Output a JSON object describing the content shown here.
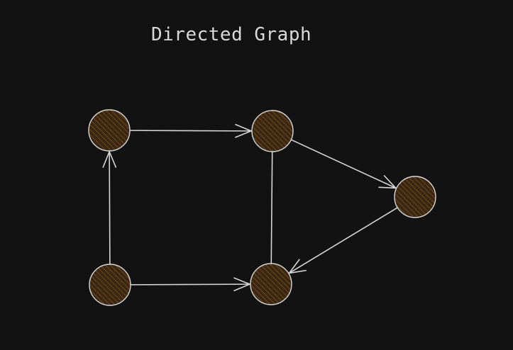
{
  "title": "Directed Graph",
  "colors": {
    "background": "#121212",
    "node_fill": "#3a2713",
    "node_hatch": "#8a5a1e",
    "stroke": "#d6d6d6",
    "text": "#d9d9d9"
  },
  "nodes": [
    {
      "id": "top-left"
    },
    {
      "id": "top-middle"
    },
    {
      "id": "right"
    },
    {
      "id": "bottom-middle"
    },
    {
      "id": "bottom-left"
    }
  ],
  "edges": [
    {
      "from": "top-left",
      "to": "top-middle",
      "directed": true
    },
    {
      "from": "top-middle",
      "to": "right",
      "directed": true
    },
    {
      "from": "right",
      "to": "bottom-middle",
      "directed": true
    },
    {
      "from": "bottom-left",
      "to": "bottom-middle",
      "directed": true
    },
    {
      "from": "bottom-left",
      "to": "top-left",
      "directed": true
    },
    {
      "from": "top-middle",
      "to": "bottom-middle",
      "directed": false
    }
  ]
}
